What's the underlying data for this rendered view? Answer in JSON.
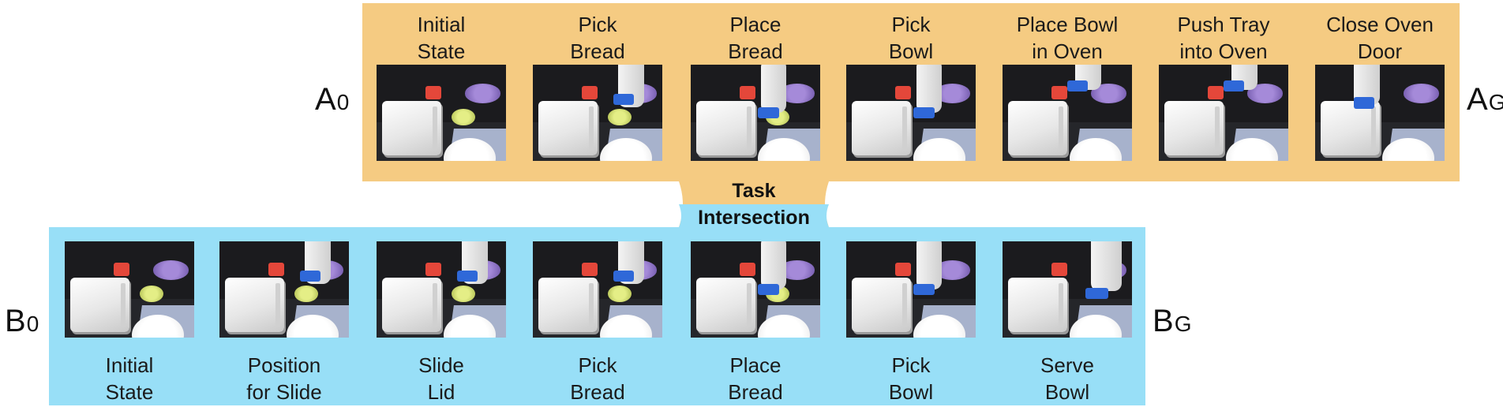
{
  "top_sequence": {
    "start_label": {
      "letter": "A",
      "sub": "0"
    },
    "goal_label": {
      "letter": "A",
      "sub": "G"
    },
    "color": "#f5cb82",
    "steps": [
      {
        "line1": "Initial",
        "line2": "State",
        "robot_pose": "none"
      },
      {
        "line1": "Pick",
        "line2": "Bread",
        "robot_pose": "right-arm"
      },
      {
        "line1": "Place",
        "line2": "Bread",
        "robot_pose": "center-arm"
      },
      {
        "line1": "Pick",
        "line2": "Bowl",
        "robot_pose": "center-arm"
      },
      {
        "line1": "Place Bowl",
        "line2": "in Oven",
        "robot_pose": "oven-arm"
      },
      {
        "line1": "Push Tray",
        "line2": "into Oven",
        "robot_pose": "oven-arm"
      },
      {
        "line1": "Close Oven",
        "line2": "Door",
        "robot_pose": "oven-arm"
      }
    ]
  },
  "intersection": {
    "line1": "Task",
    "line2": "Intersection"
  },
  "bottom_sequence": {
    "start_label": {
      "letter": "B",
      "sub": "0"
    },
    "goal_label": {
      "letter": "B",
      "sub": "G"
    },
    "color": "#98dff7",
    "steps": [
      {
        "line1": "Initial",
        "line2": "State",
        "robot_pose": "none"
      },
      {
        "line1": "Position",
        "line2": "for Slide",
        "robot_pose": "right-arm"
      },
      {
        "line1": "Slide",
        "line2": "Lid",
        "robot_pose": "right-arm"
      },
      {
        "line1": "Pick",
        "line2": "Bread",
        "robot_pose": "right-arm"
      },
      {
        "line1": "Place",
        "line2": "Bread",
        "robot_pose": "center-arm"
      },
      {
        "line1": "Pick",
        "line2": "Bowl",
        "robot_pose": "center-arm"
      },
      {
        "line1": "Serve",
        "line2": "Bowl",
        "robot_pose": "near-arm"
      }
    ]
  }
}
